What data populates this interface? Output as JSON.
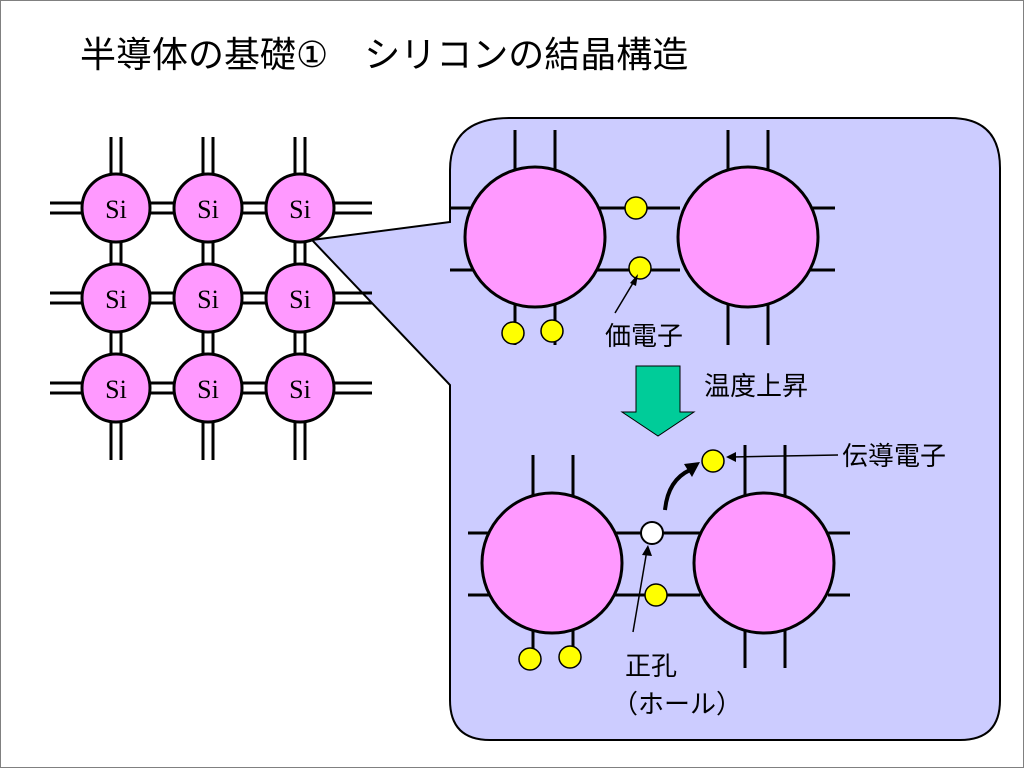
{
  "title": "半導体の基礎①　シリコンの結晶構造",
  "lattice": {
    "atom_label": "Si",
    "rows": [
      [
        "Si",
        "Si",
        "Si"
      ],
      [
        "Si",
        "Si",
        "Si"
      ],
      [
        "Si",
        "Si",
        "Si"
      ]
    ]
  },
  "zoom": {
    "labels": {
      "valence_electron": "価電子",
      "temperature_rise": "温度上昇",
      "conduction_electron": "伝導電子",
      "hole_line1": "正孔",
      "hole_line2": "（ホール）"
    }
  },
  "colors": {
    "atom_fill": "#ff99ff",
    "electron_fill": "#ffff00",
    "callout_fill": "#ccccff",
    "arrow_fill": "#00cc99",
    "hole_fill": "#ffffff"
  }
}
